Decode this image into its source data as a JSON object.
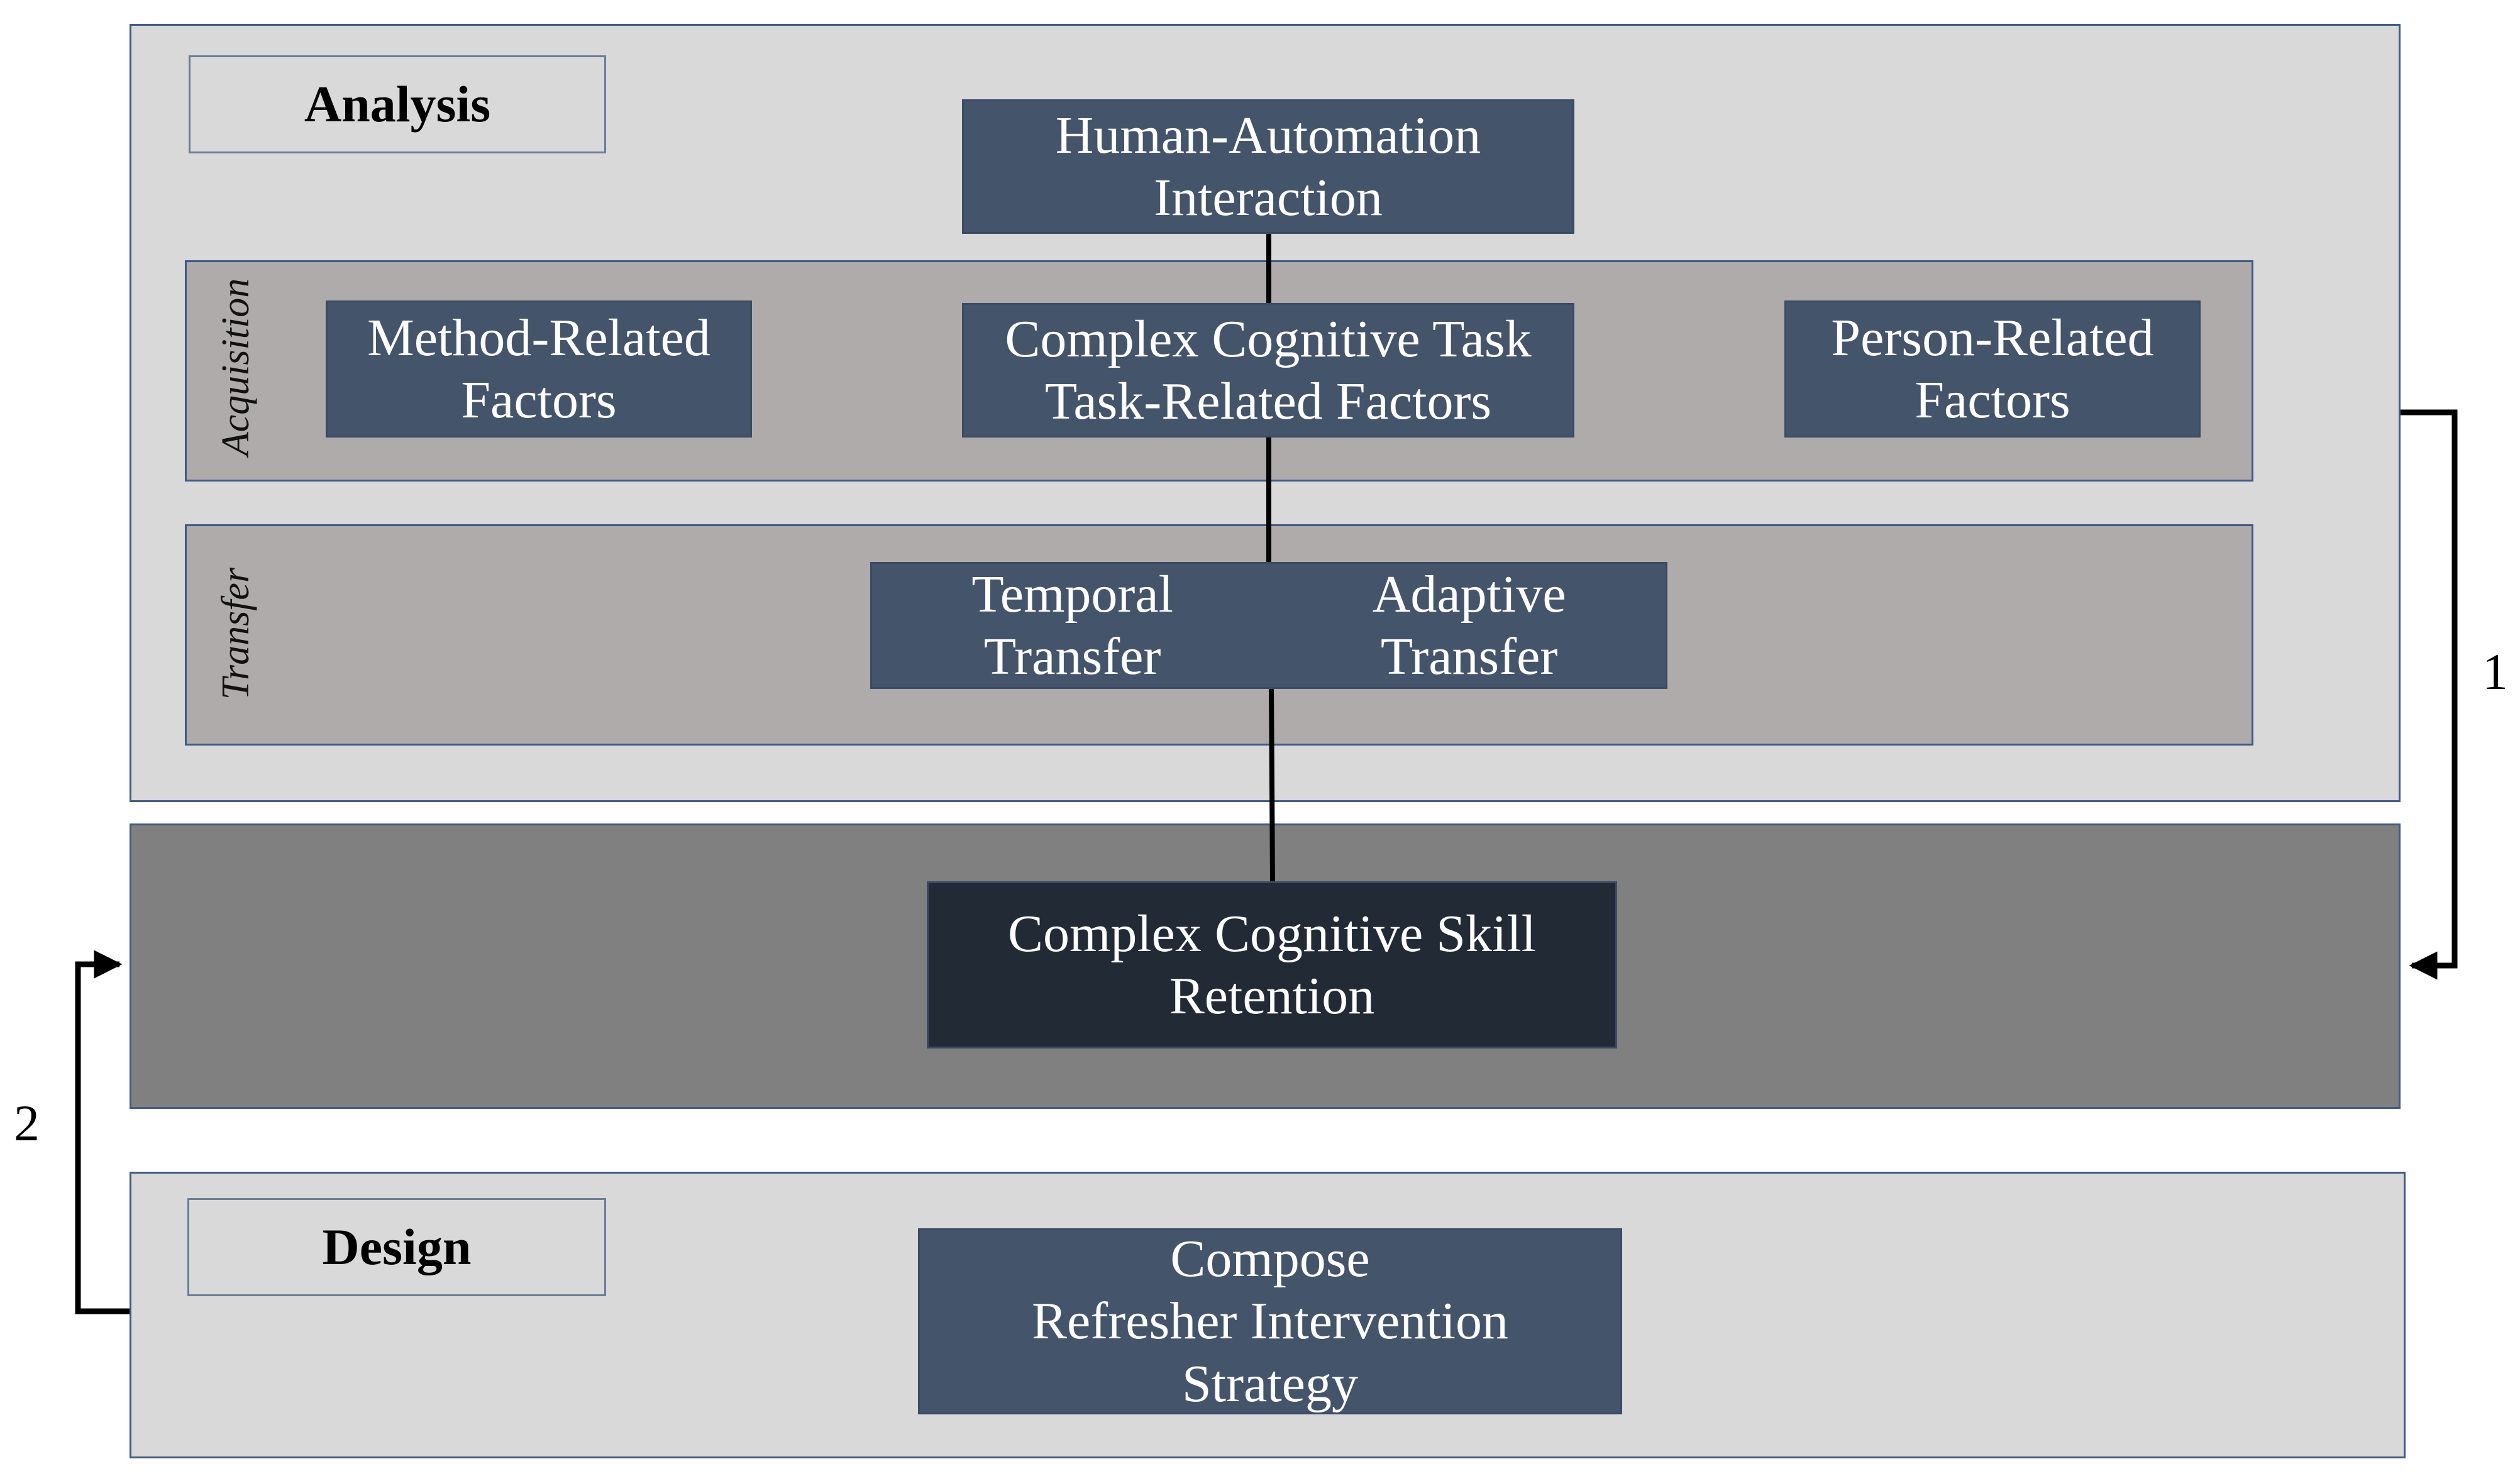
{
  "analysis": {
    "label": "Analysis",
    "human_automation": [
      "Human-Automation",
      "Interaction"
    ],
    "acquisition": {
      "label": "Acquisition",
      "method_factors": [
        "Method-Related",
        "Factors"
      ],
      "task_factors": [
        "Complex Cognitive Task",
        "Task-Related Factors"
      ],
      "person_factors": [
        "Person-Related",
        "Factors"
      ]
    },
    "transfer": {
      "label": "Transfer",
      "temporal": [
        "Temporal",
        "Transfer"
      ],
      "adaptive": [
        "Adaptive",
        "Transfer"
      ]
    }
  },
  "retention": {
    "node": [
      "Complex Cognitive Skill",
      "Retention"
    ]
  },
  "design": {
    "label": "Design",
    "strategy": [
      "Compose",
      "Refresher Intervention",
      "Strategy"
    ]
  },
  "arrows": {
    "arrow_1_label": "1",
    "arrow_2_label": "2"
  },
  "colors": {
    "node_fill": "#44546a",
    "retention_fill": "#222a35",
    "panel_light": "#d9d9d9",
    "panel_mid": "#afabab",
    "panel_dark": "#808080",
    "panel_border": "#3f5a86"
  }
}
